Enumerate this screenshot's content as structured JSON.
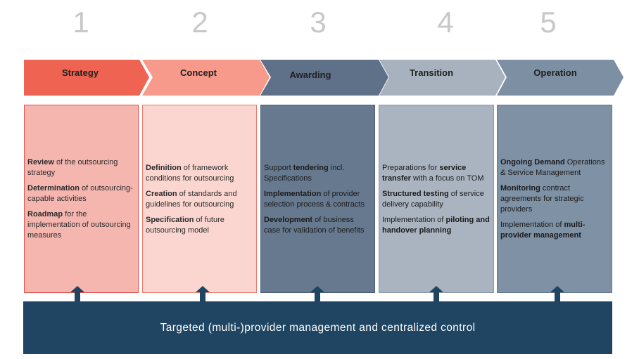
{
  "numbers": [
    "1",
    "2",
    "3",
    "4",
    "5"
  ],
  "phases": [
    {
      "title": "Strategy",
      "arrow_color": "#ef6352",
      "box_color": "#f6b6b0",
      "box_border": "#e0514a",
      "text_color": "#2b2b2b",
      "items": [
        {
          "bold": "Review",
          "rest": " of the outsourcing strategy"
        },
        {
          "bold": "Determination",
          "rest": " of outsourcing-capable activities"
        },
        {
          "bold": "Roadmap",
          "rest": " for the implementation of outsourcing measures"
        }
      ]
    },
    {
      "title": "Concept",
      "arrow_color": "#f79a8b",
      "box_color": "#fbd6d1",
      "box_border": "#e87b6e",
      "text_color": "#2b2b2b",
      "items": [
        {
          "bold": "Definition",
          "rest": " of framework conditions for outsourcing"
        },
        {
          "bold": "Creation",
          "rest": " of standards and guidelines for outsourcing"
        },
        {
          "bold": "Specification",
          "rest": " of future outsourcing model"
        }
      ]
    },
    {
      "title": "Awarding",
      "arrow_color": "#5e7189",
      "box_color": "#66798f",
      "box_border": "#4b5e75",
      "text_color": "#1b1b1b",
      "items": [
        {
          "pre": "Support ",
          "bold": "tendering",
          "rest": " incl. Specifications"
        },
        {
          "bold": "Implementation",
          "rest": " of provider selection process & contracts"
        },
        {
          "bold": "Development",
          "rest": " of business case for validation of benefits"
        }
      ]
    },
    {
      "title": "Transition",
      "arrow_color": "#a8b2bf",
      "box_color": "#aab4c0",
      "box_border": "#8d98a6",
      "text_color": "#1b1b1b",
      "items": [
        {
          "pre": "Preparations for ",
          "bold": "service transfer",
          "rest": " with a focus on TOM"
        },
        {
          "bold": "Structured testing",
          "rest": " of service delivery capability"
        },
        {
          "pre": "Implementation of ",
          "bold": "piloting and handover planning",
          "rest": ""
        }
      ]
    },
    {
      "title": "Operation",
      "arrow_color": "#7d8fa3",
      "box_color": "#7e91a5",
      "box_border": "#66788c",
      "text_color": "#1b1b1b",
      "items": [
        {
          "bold": "Ongoing Demand",
          "rest": " Operations & Service Management"
        },
        {
          "bold": "Monitoring",
          "rest": " contract agreements for strategic providers"
        },
        {
          "pre": "Implementation of ",
          "bold": "multi-provider management",
          "rest": ""
        }
      ]
    }
  ],
  "base_text": "Targeted (multi-)provider management and centralized control",
  "base_color": "#1f4562"
}
